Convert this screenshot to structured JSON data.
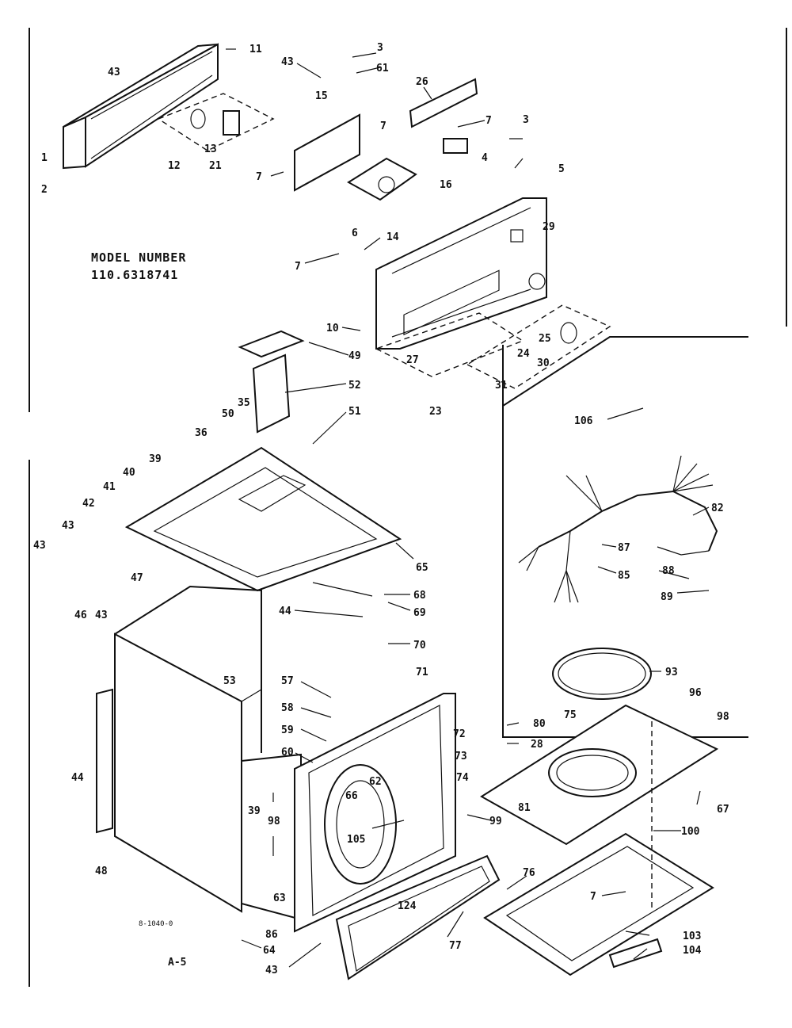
{
  "model": {
    "heading": "MODEL NUMBER",
    "number": "110.6318741"
  },
  "page_code": "A-5",
  "drawing_id": "8-1040-0",
  "part_callouts": {
    "p1": "1",
    "p2": "2",
    "p3a": "3",
    "p3b": "3",
    "p4": "4",
    "p5": "5",
    "p6": "6",
    "p7a": "7",
    "p7b": "7",
    "p7c": "7",
    "p7d": "7",
    "p7e": "7",
    "p10": "10",
    "p11": "11",
    "p12": "12",
    "p13": "13",
    "p14": "14",
    "p15": "15",
    "p16": "16",
    "p21": "21",
    "p23": "23",
    "p24": "24",
    "p25": "25",
    "p26": "26",
    "p27": "27",
    "p28": "28",
    "p29": "29",
    "p30": "30",
    "p31": "31",
    "p35": "35",
    "p36": "36",
    "p39a": "39",
    "p39b": "39",
    "p40": "40",
    "p41": "41",
    "p42": "42",
    "p43a": "43",
    "p43b": "43",
    "p43c": "43",
    "p43d": "43",
    "p43e": "43",
    "p43f": "43",
    "p44a": "44",
    "p44b": "44",
    "p46": "46",
    "p47": "47",
    "p48": "48",
    "p49": "49",
    "p50": "50",
    "p51": "51",
    "p52": "52",
    "p53": "53",
    "p57": "57",
    "p58": "58",
    "p59": "59",
    "p60": "60",
    "p61": "61",
    "p62": "62",
    "p63": "63",
    "p64": "64",
    "p65": "65",
    "p66": "66",
    "p67": "67",
    "p68": "68",
    "p69": "69",
    "p70": "70",
    "p71": "71",
    "p72": "72",
    "p73": "73",
    "p74": "74",
    "p75": "75",
    "p76": "76",
    "p77": "77",
    "p80": "80",
    "p81": "81",
    "p82": "82",
    "p85": "85",
    "p86": "86",
    "p87": "87",
    "p88": "88",
    "p89": "89",
    "p93": "93",
    "p96": "96",
    "p98a": "98",
    "p98b": "98",
    "p99": "99",
    "p100": "100",
    "p103": "103",
    "p104": "104",
    "p105": "105",
    "p106": "106",
    "p124": "124"
  }
}
